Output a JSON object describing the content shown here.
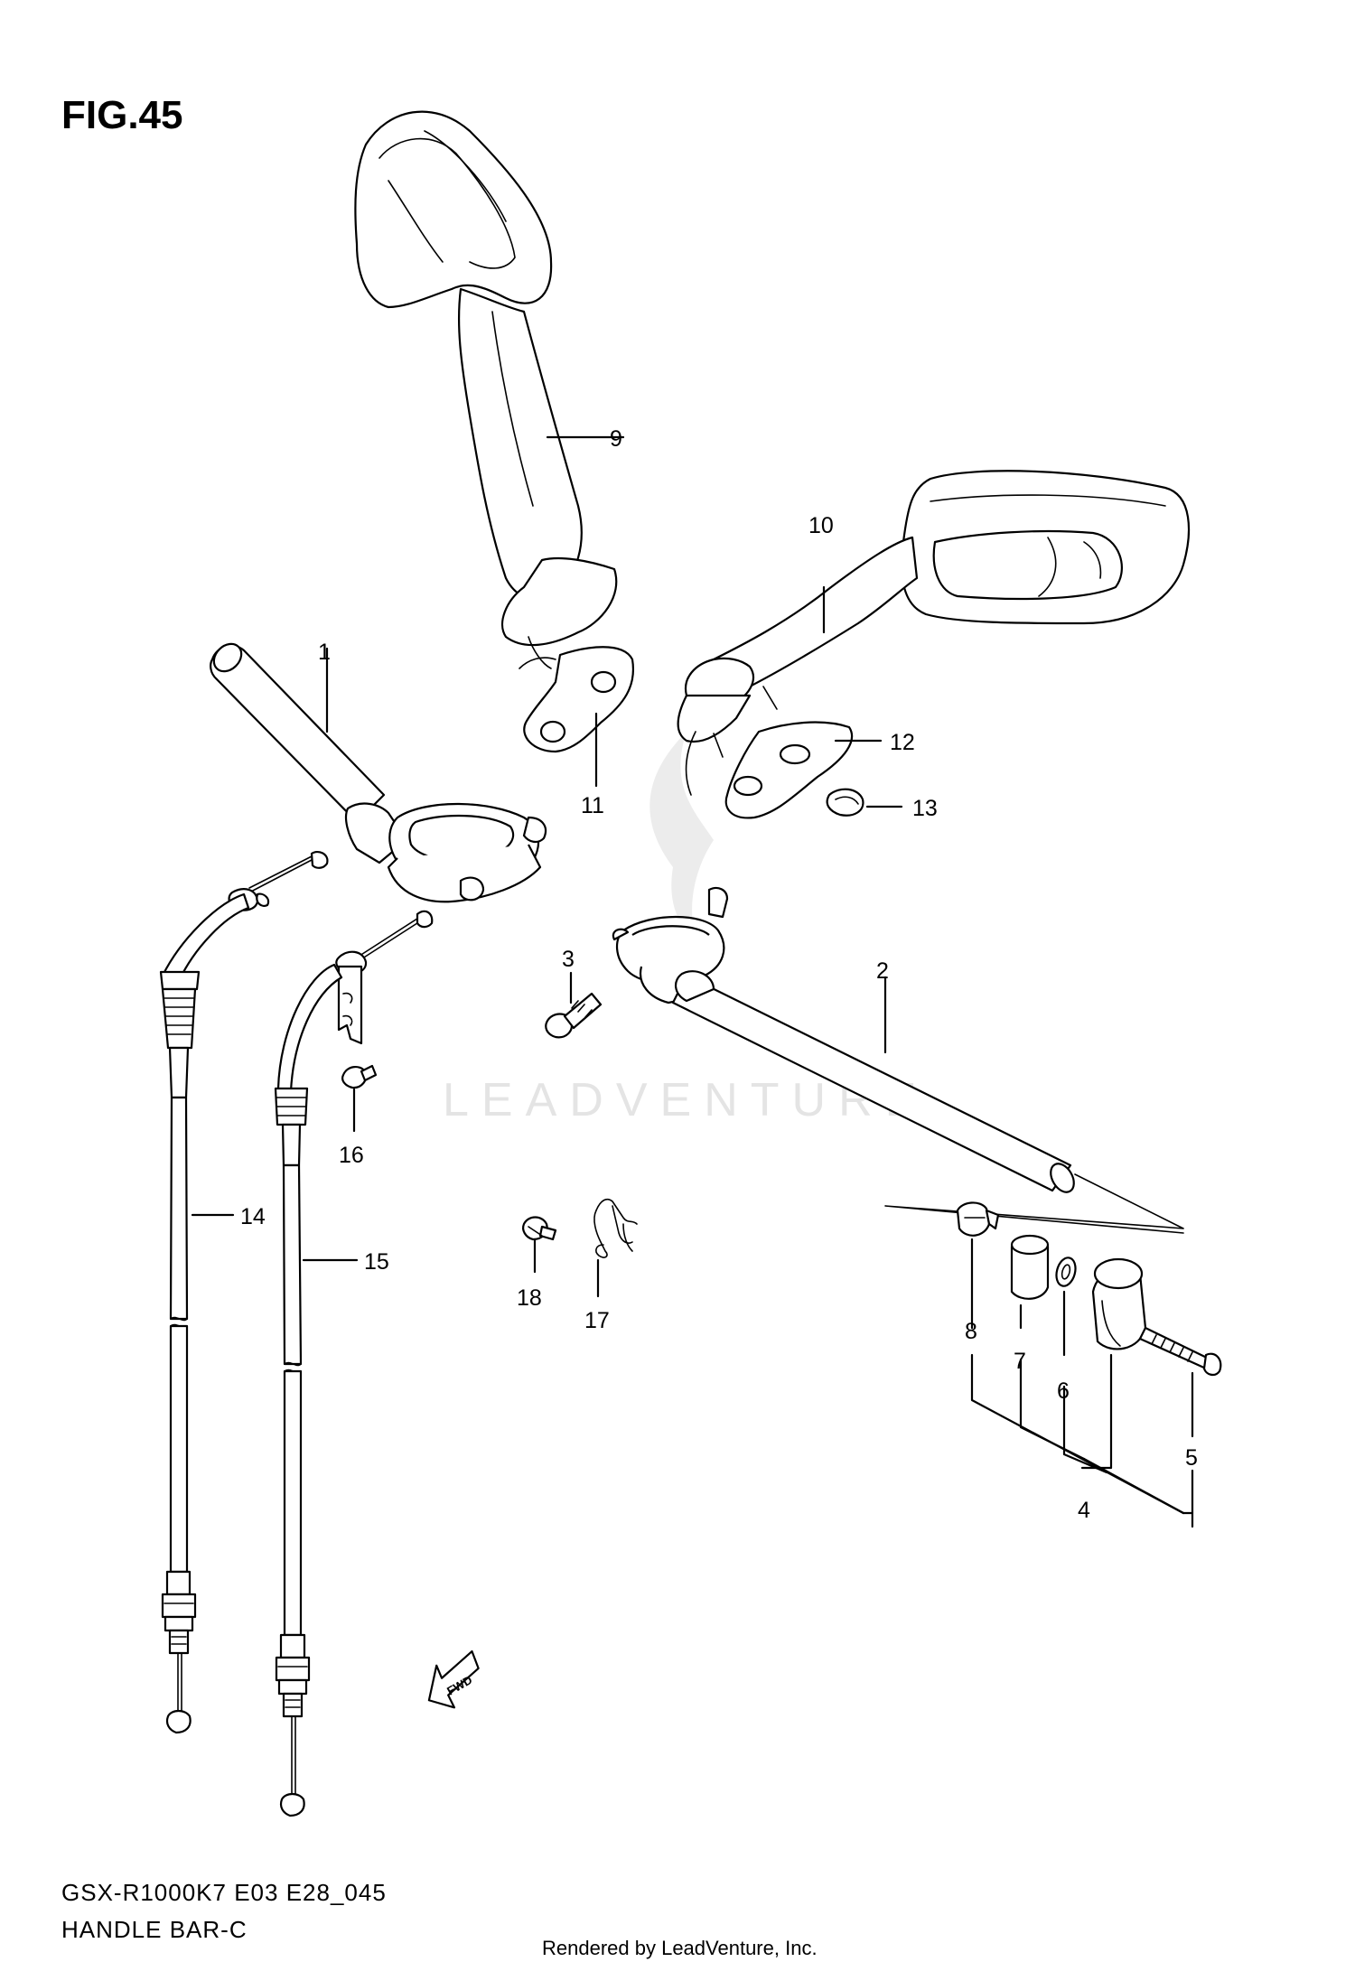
{
  "figure": {
    "title": "FIG.45",
    "model_code": "GSX-R1000K7 E03 E28_045",
    "section_name": "HANDLE BAR-C",
    "credit": "Rendered by LeadVenture, Inc.",
    "watermark": "LEADVENTURE",
    "fwd_label": "FWD"
  },
  "callouts": [
    {
      "id": "1",
      "text": "1"
    },
    {
      "id": "2",
      "text": "2"
    },
    {
      "id": "3",
      "text": "3"
    },
    {
      "id": "4",
      "text": "4"
    },
    {
      "id": "5",
      "text": "5"
    },
    {
      "id": "6",
      "text": "6"
    },
    {
      "id": "7",
      "text": "7"
    },
    {
      "id": "8",
      "text": "8"
    },
    {
      "id": "9",
      "text": "9"
    },
    {
      "id": "10",
      "text": "10"
    },
    {
      "id": "11",
      "text": "11"
    },
    {
      "id": "12",
      "text": "12"
    },
    {
      "id": "13",
      "text": "13"
    },
    {
      "id": "14",
      "text": "14"
    },
    {
      "id": "15",
      "text": "15"
    },
    {
      "id": "16",
      "text": "16"
    },
    {
      "id": "17",
      "text": "17"
    },
    {
      "id": "18",
      "text": "18"
    }
  ]
}
